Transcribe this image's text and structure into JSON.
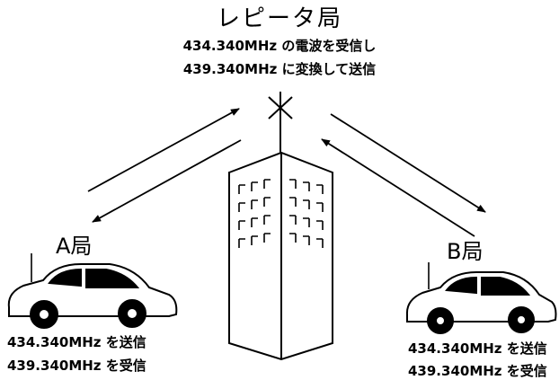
{
  "repeater": {
    "title": "レピータ局",
    "line1": "434.340MHz の電波を受信し",
    "line2": "439.340MHz に変換して送信"
  },
  "station_a": {
    "label": "A局",
    "line1": "434.340MHz を送信",
    "line2": "439.340MHz を受信"
  },
  "station_b": {
    "label": "B局",
    "line1": "434.340MHz を送信",
    "line2": "439.340MHz を受信"
  },
  "icons": [
    "antenna-icon",
    "building-icon",
    "car-icon",
    "arrow-icon"
  ]
}
